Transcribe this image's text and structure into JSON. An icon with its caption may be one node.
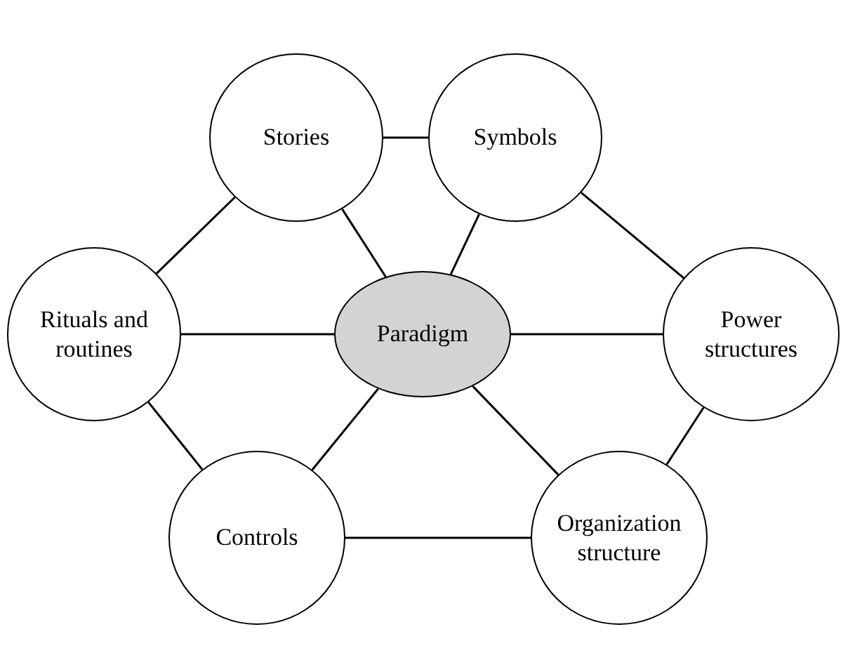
{
  "diagram": {
    "nodes": [
      {
        "text": [
          "Stories"
        ]
      },
      {
        "text": [
          "Symbols"
        ]
      },
      {
        "text": [
          "Rituals and routines"
        ]
      },
      {
        "text": [
          "Paradigm"
        ]
      },
      {
        "text": [
          "Power structures"
        ]
      },
      {
        "text": [
          "Controls"
        ]
      },
      {
        "text": [
          "Organization structure"
        ]
      }
    ],
    "edges": [
      {
        "from": 0,
        "to": 1,
        "arrow": "none"
      },
      {
        "from": 0,
        "to": 2,
        "arrow": "none"
      },
      {
        "from": 0,
        "to": 3,
        "arrow": "none"
      },
      {
        "from": 1,
        "to": 3,
        "arrow": "none"
      },
      {
        "from": 1,
        "to": 4,
        "arrow": "none"
      },
      {
        "from": 2,
        "to": 3,
        "arrow": "none"
      },
      {
        "from": 3,
        "to": 4,
        "arrow": "none"
      },
      {
        "from": 2,
        "to": 5,
        "arrow": "none"
      },
      {
        "from": 3,
        "to": 5,
        "arrow": "none"
      },
      {
        "from": 3,
        "to": 6,
        "arrow": "none"
      },
      {
        "from": 4,
        "to": 6,
        "arrow": "none"
      },
      {
        "from": 5,
        "to": 6,
        "arrow": "none"
      }
    ]
  }
}
